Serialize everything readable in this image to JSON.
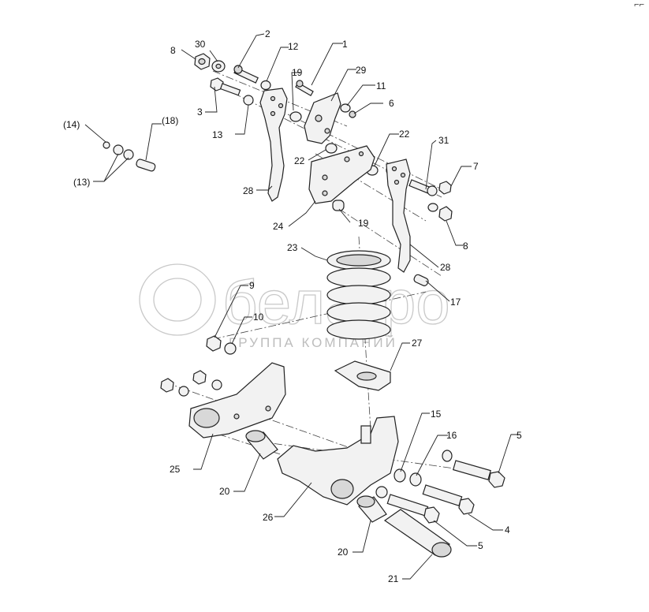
{
  "corner_mark": "⌐⌐",
  "watermark": {
    "brand": "белагро",
    "subtitle": "ГРУППА КОМПАНИЙ"
  },
  "callouts": {
    "c1": "1",
    "c2": "2",
    "c3": "3",
    "c4": "4",
    "c5a": "5",
    "c5b": "5",
    "c6": "6",
    "c7": "7",
    "c8a": "8",
    "c8b": "8",
    "c9": "9",
    "c10": "10",
    "c11": "11",
    "c12": "12",
    "c13": "13",
    "c13p": "(13)",
    "c14p": "(14)",
    "c15": "15",
    "c16": "16",
    "c17": "17",
    "c18p": "(18)",
    "c19a": "19",
    "c19b": "19",
    "c20a": "20",
    "c20b": "20",
    "c21": "21",
    "c22a": "22",
    "c22b": "22",
    "c23": "23",
    "c24": "24",
    "c25": "25",
    "c26": "26",
    "c27": "27",
    "c28a": "28",
    "c28b": "28",
    "c29": "29",
    "c30": "30",
    "c31": "31"
  }
}
